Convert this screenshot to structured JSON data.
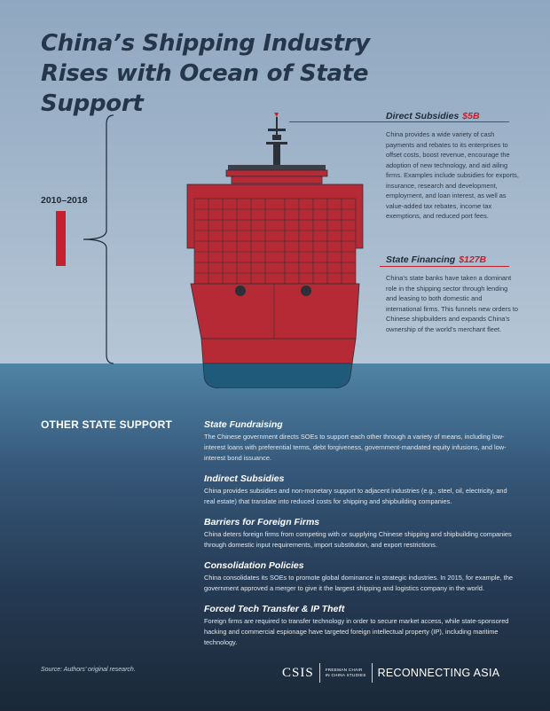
{
  "title": "China’s Shipping Industry Rises with Ocean of State Support",
  "period_label": "2010–2018",
  "annotations": [
    {
      "title": "Direct Subsidies",
      "amount": "$5B",
      "text": "China provides a wide variety of cash payments and rebates to its enterprises to offset costs, boost revenue, encourage the adoption of new technology, and aid ailing firms. Examples include subsidies for exports, insurance, research and development, employment, and loan interest, as well as value-added tax rebates, income tax exemptions, and reduced port fees."
    },
    {
      "title": "State Financing",
      "amount": "$127B",
      "text": "China’s state banks have taken a dominant role in the shipping sector through lending and leasing to both domestic and international firms. This funnels new orders to Chinese shipbuilders and expands China’s ownership of the world’s merchant fleet."
    }
  ],
  "other_support": {
    "heading": "OTHER STATE SUPPORT",
    "items": [
      {
        "title": "State Fundraising",
        "text": "The Chinese government directs SOEs to support each other through a variety of means, including low-interest loans with preferential terms, debt forgiveness, government-mandated equity infusions, and low-interest bond issuance."
      },
      {
        "title": "Indirect Subsidies",
        "text": "China provides subsidies and non-monetary support to adjacent industries (e.g., steel, oil, electricity, and real estate) that translate into reduced costs for shipping and shipbuilding companies."
      },
      {
        "title": "Barriers for Foreign Firms",
        "text": "China deters foreign firms from competing with or supplying Chinese shipping and shipbuilding companies through domestic input requirements, import substitution, and export restrictions."
      },
      {
        "title": "Consolidation Policies",
        "text": "China consolidates its SOEs to promote global dominance in strategic industries. In 2015, for example, the government approved a merger to give it the largest shipping and logistics company in the world."
      },
      {
        "title": "Forced Tech Transfer & IP Theft",
        "text": "Foreign firms are required to transfer technology in order to secure market access, while state-sponsored hacking and commercial espionage have targeted foreign intellectual property (IP), including maritime technology."
      }
    ]
  },
  "source": "Source: Authors’ original research.",
  "logos": {
    "csis": "CSIS",
    "chair_line1": "FREEMAN CHAIR",
    "chair_line2": "IN CHINA STUDIES",
    "reconnecting": "RECONNECTING ASIA"
  },
  "colors": {
    "accent_red": "#c5202e",
    "hull_red": "#b52a35",
    "navy": "#26364a"
  }
}
